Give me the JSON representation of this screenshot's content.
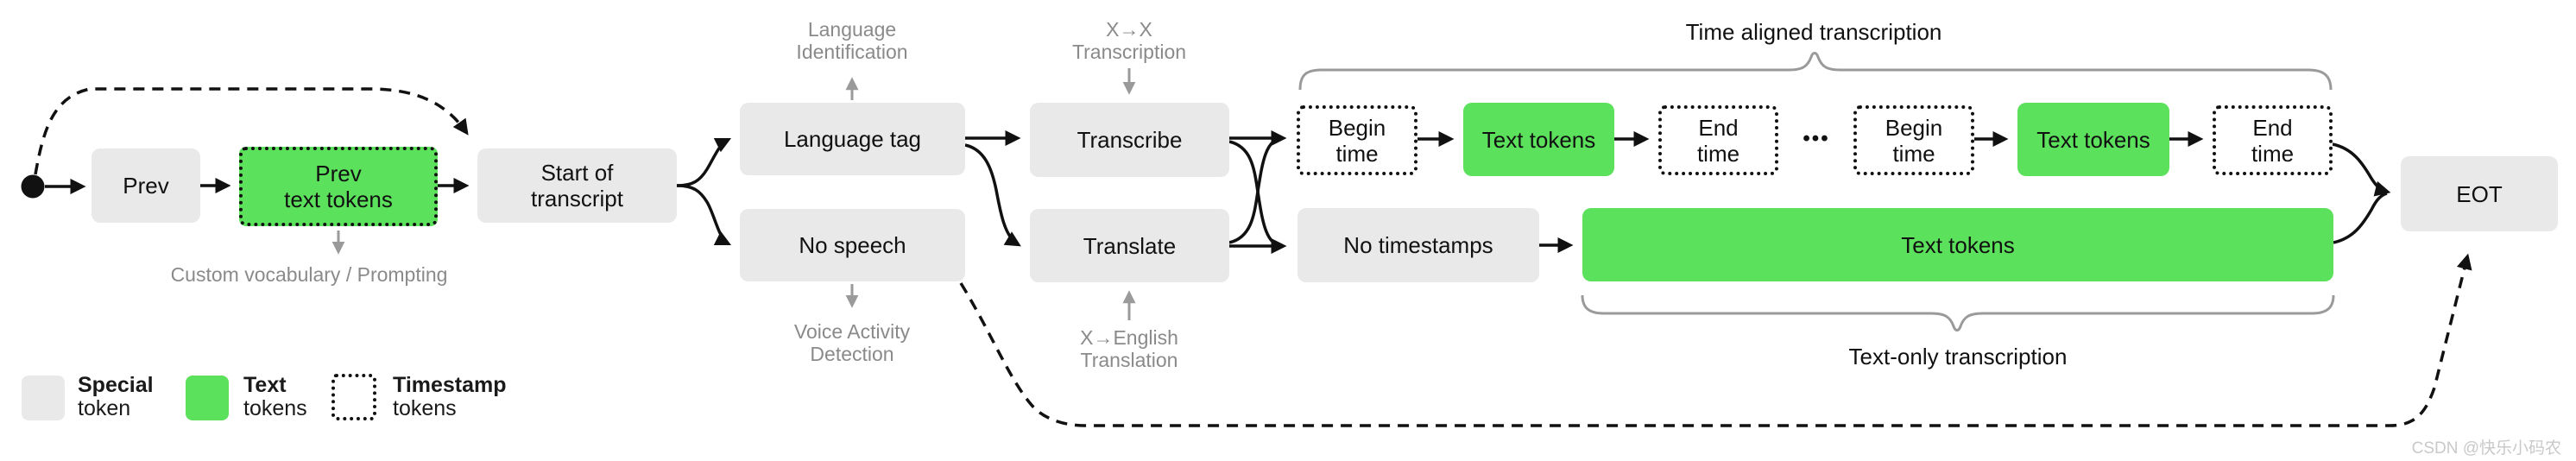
{
  "colors": {
    "special_token_fill": "#e9e9e9",
    "text_token_green": "#5ce15c",
    "ink": "#111111",
    "annotation_gray": "#8a8a8a",
    "brace_gray": "#9a9a9a",
    "watermark_gray": "#c9c9c9"
  },
  "nodes": {
    "prev": "Prev",
    "prev_text_tokens": {
      "line1": "Prev",
      "line2": "text tokens"
    },
    "start_of_transcript": {
      "line1": "Start of",
      "line2": "transcript"
    },
    "language_tag": "Language tag",
    "no_speech": "No speech",
    "transcribe": "Transcribe",
    "translate": "Translate",
    "begin_time": {
      "line1": "Begin",
      "line2": "time"
    },
    "text_tokens": "Text tokens",
    "end_time": {
      "line1": "End",
      "line2": "time"
    },
    "ellipsis": "•••",
    "no_timestamps": "No timestamps",
    "text_tokens_long": "Text tokens",
    "eot": "EOT"
  },
  "annotations": {
    "language_identification": {
      "line1": "Language",
      "line2": "Identification"
    },
    "xx_transcription": {
      "line1": "X→X",
      "line2": "Transcription"
    },
    "voice_activity_detection": {
      "line1": "Voice Activity",
      "line2": "Detection"
    },
    "x_english_translation": {
      "line1": "X→English",
      "line2": "Translation"
    },
    "custom_vocabulary": "Custom vocabulary / Prompting",
    "time_aligned": "Time aligned transcription",
    "text_only": "Text-only transcription"
  },
  "legend": {
    "special": {
      "line1": "Special",
      "line2": "token"
    },
    "text": {
      "line1": "Text",
      "line2": "tokens"
    },
    "timestamp": {
      "line1": "Timestamp",
      "line2": "tokens"
    }
  },
  "watermark": "CSDN @快乐小码农"
}
